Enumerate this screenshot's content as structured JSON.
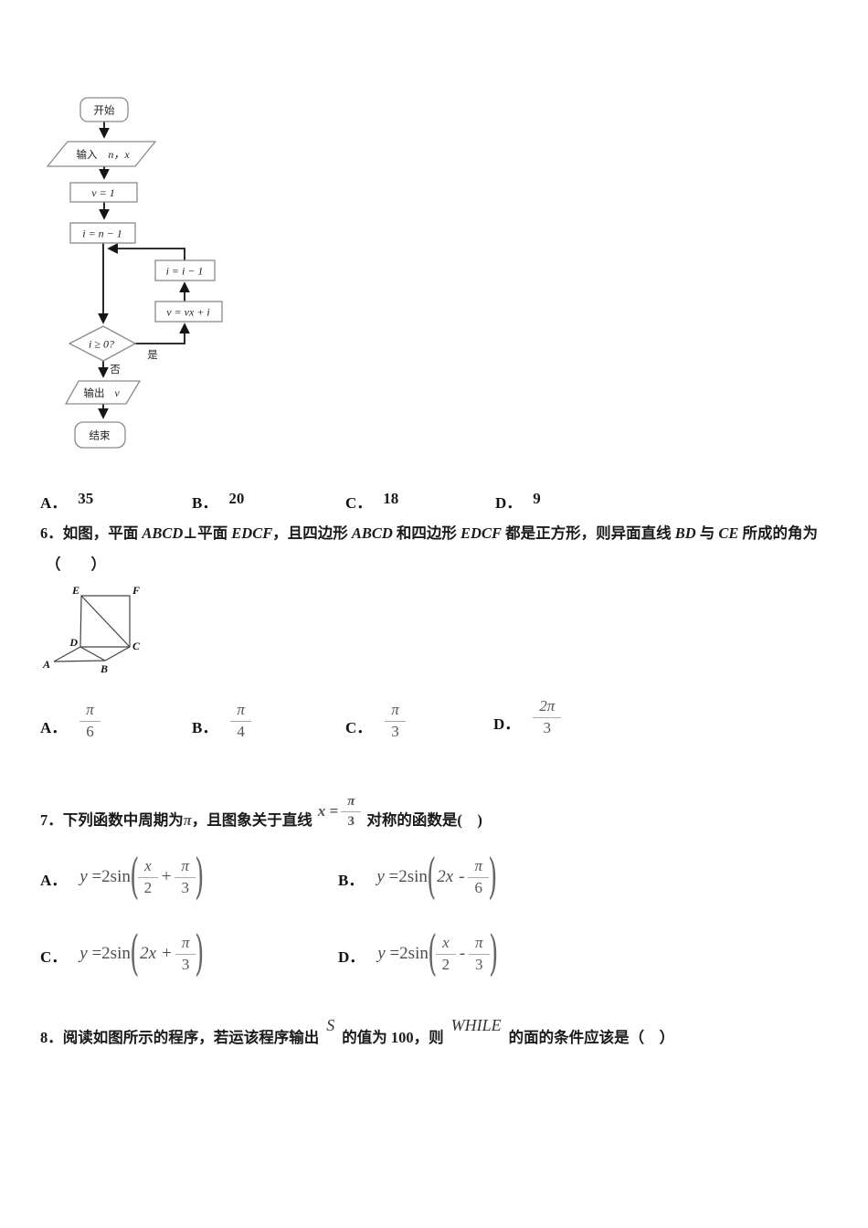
{
  "flowchart": {
    "start": "开始",
    "input_cn": "输入",
    "input_math": "n，x",
    "assign_v": "v = 1",
    "assign_i": "i = n − 1",
    "dec_i": "i = i − 1",
    "update_v": "v = vx + i",
    "cond": "i ≥ 0?",
    "yes": "是",
    "no": "否",
    "output_cn": "输出",
    "output_math": "v",
    "end": "结束"
  },
  "q5_options": [
    {
      "label": "A．",
      "value": "35"
    },
    {
      "label": "B．",
      "value": "20"
    },
    {
      "label": "C．",
      "value": "18"
    },
    {
      "label": "D．",
      "value": "9"
    }
  ],
  "q6": {
    "seg1": "6．如图，平面 ",
    "m1": "ABCD",
    "seg2": "⊥平面 ",
    "m2": "EDCF",
    "seg3": "，且四边形 ",
    "m3": "ABCD",
    "seg4": " 和四边形 ",
    "m4": "EDCF",
    "seg5": " 都是正方形，则异面直线 ",
    "m5": "BD",
    "seg6": " 与 ",
    "m6": "CE",
    "seg7": " 所成的角为",
    "paren": "（　　）",
    "figure": {
      "A": "A",
      "B": "B",
      "C": "C",
      "D": "D",
      "E": "E",
      "F": "F"
    },
    "options": [
      {
        "label": "A．",
        "num": "π",
        "den": "6"
      },
      {
        "label": "B．",
        "num": "π",
        "den": "4"
      },
      {
        "label": "C．",
        "num": "π",
        "den": "3"
      },
      {
        "label": "D．",
        "num": "2π",
        "den": "3"
      }
    ]
  },
  "q7": {
    "seg1": "7．下列函数中周期为",
    "pi": "π",
    "seg2": "，且图象关于直线",
    "axis_head": "x =",
    "axis_num": "π",
    "axis_den": "3",
    "seg3": "对称的函数是(　)",
    "options": [
      {
        "label": "A．",
        "head_var": "y",
        "head_rest": " =2sin",
        "t1num": "x",
        "t1den": "2",
        "op": "+",
        "t2num": "π",
        "t2den": "3"
      },
      {
        "label": "B．",
        "head_var": "y",
        "head_rest": " =2sin",
        "t1": "2x",
        "op": "-",
        "t2num": "π",
        "t2den": "6"
      },
      {
        "label": "C．",
        "head_var": "y",
        "head_rest": " =2sin",
        "t1": "2x",
        "op": "+",
        "t2num": "π",
        "t2den": "3"
      },
      {
        "label": "D．",
        "head_var": "y",
        "head_rest": " =2sin",
        "t1num": "x",
        "t1den": "2",
        "op": "-",
        "t2num": "π",
        "t2den": "3"
      }
    ]
  },
  "q8": {
    "seg1": "8．阅读如图所示的程序，若运该程序输出",
    "sup1": "S",
    "seg2": "的值为 100，则",
    "sup2": "WHILE",
    "seg3": "的面的条件应该是（　）"
  }
}
